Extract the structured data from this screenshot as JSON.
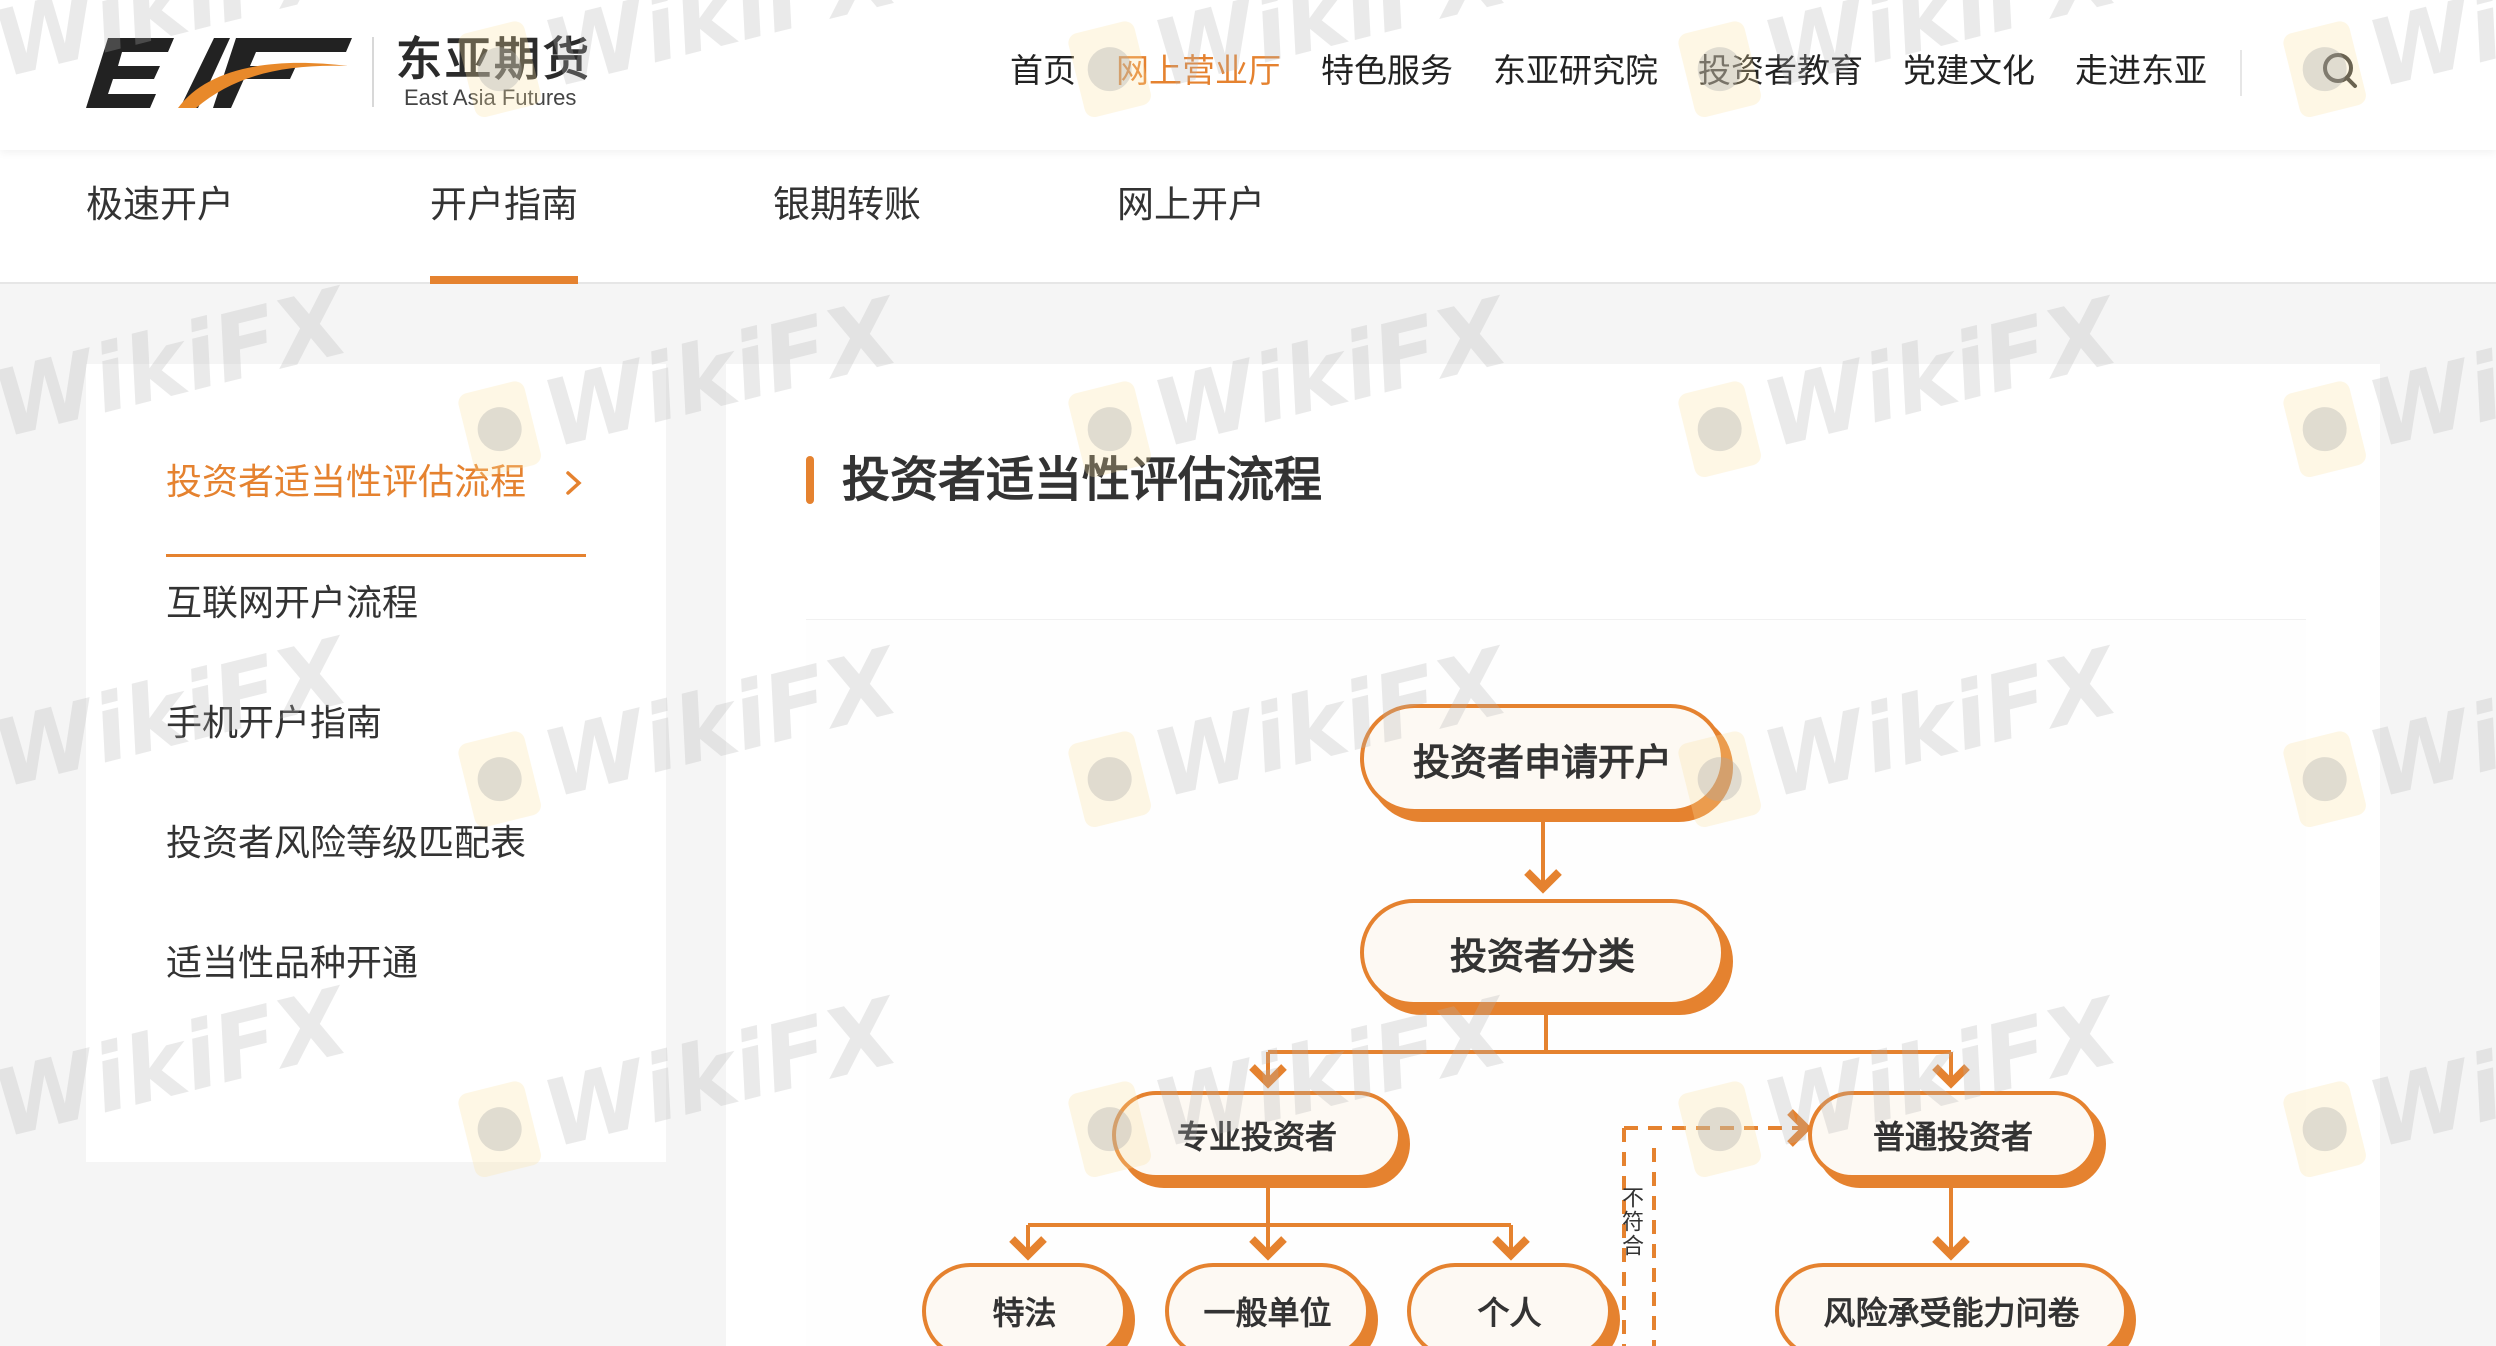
{
  "brand": {
    "logo_mark": "EAF",
    "name_cn": "东亚期货",
    "name_en": "East Asia Futures",
    "accent_color": "#e5822f"
  },
  "main_nav": {
    "items": [
      {
        "label": "首页",
        "active": false
      },
      {
        "label": "网上营业厅",
        "active": true
      },
      {
        "label": "特色服务",
        "active": false
      },
      {
        "label": "东亚研究院",
        "active": false
      },
      {
        "label": "投资者教育",
        "active": false
      },
      {
        "label": "党建文化",
        "active": false
      },
      {
        "label": "走进东亚",
        "active": false
      }
    ],
    "search_icon": "search-icon"
  },
  "sub_nav": {
    "items": [
      {
        "label": "极速开户",
        "active": false
      },
      {
        "label": "开户指南",
        "active": true
      },
      {
        "label": "银期转账",
        "active": false
      },
      {
        "label": "网上开户",
        "active": false
      }
    ]
  },
  "sidebar": {
    "items": [
      {
        "label": "投资者适当性评估流程",
        "active": true,
        "icon": "chevron-right-icon"
      },
      {
        "label": "互联网开户流程",
        "active": false
      },
      {
        "label": "手机开户指南",
        "active": false
      },
      {
        "label": "投资者风险等级匹配表",
        "active": false
      },
      {
        "label": "适当性品种开通",
        "active": false
      }
    ]
  },
  "content": {
    "title": "投资者适当性评估流程",
    "flowchart": {
      "nodes": {
        "apply": "投资者申请开户",
        "classify": "投资者分类",
        "professional": "专业投资者",
        "ordinary": "普通投资者",
        "special_legal": "特法",
        "general_unit": "一般单位",
        "individual": "个人",
        "risk_questionnaire": "风险承受能力问卷"
      },
      "edge_labels": {
        "not_qualified": "不符合"
      }
    }
  },
  "watermark": {
    "text": "WikiFX"
  }
}
